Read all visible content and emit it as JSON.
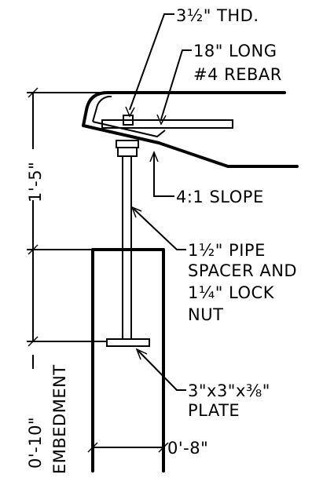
{
  "labels": {
    "thread": "3½\" THD.",
    "rebar_line1": "18\" LONG",
    "rebar_line2": "#4 REBAR",
    "slope": "4:1 SLOPE",
    "pipe_line1": "1½\" PIPE",
    "pipe_line2": "SPACER AND",
    "pipe_line3": "1¼\" LOCK",
    "pipe_line4": "NUT",
    "plate_line1": "3\"x3\"x⅜\"",
    "plate_line2": "PLATE"
  },
  "dimensions": {
    "height": "1'-5\"",
    "embed_depth": "0'-10\"",
    "embed_label": "EMBEDMENT",
    "width": "0'-8\""
  },
  "colors": {
    "line": "#000000",
    "background": "#ffffff"
  }
}
